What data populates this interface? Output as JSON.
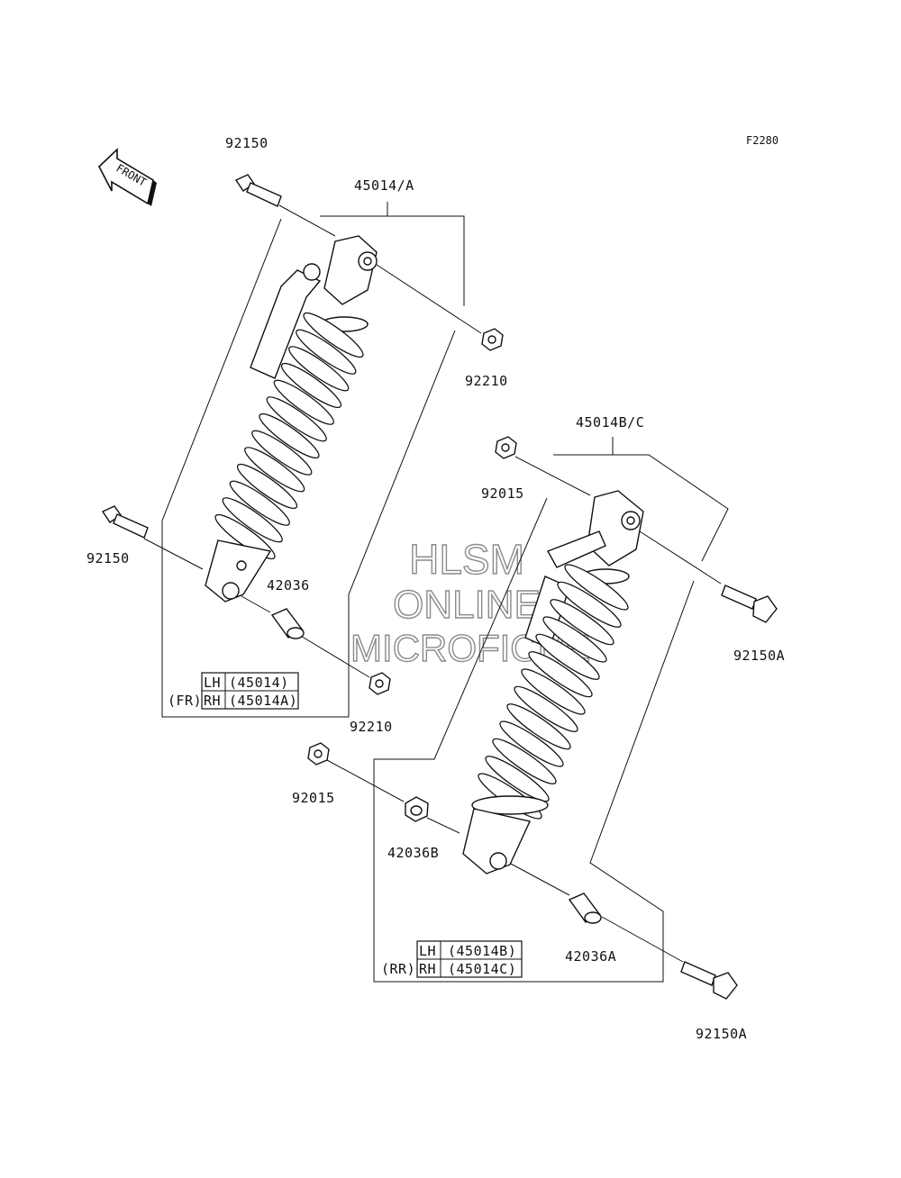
{
  "diagram_id": "F2280",
  "front_arrow": "FRONT",
  "watermark": [
    "HLSM",
    "ONLINE",
    "MICROFICHE"
  ],
  "front_group": {
    "assembly_label": "45014/A",
    "position": "(FR)",
    "table": [
      {
        "side": "LH",
        "part": "(45014)"
      },
      {
        "side": "RH",
        "part": "(45014A)"
      }
    ]
  },
  "rear_group": {
    "assembly_label": "45014B/C",
    "position": "(RR)",
    "table": [
      {
        "side": "LH",
        "part": "(45014B)"
      },
      {
        "side": "RH",
        "part": "(45014C)"
      }
    ]
  },
  "callouts": {
    "bolt_top_front": "92150",
    "nut_top_front": "92210",
    "bolt_bottom_front": "92150",
    "collar_front": "42036",
    "nut_bottom_front": "92210",
    "nut_top_rear": "92015",
    "bolt_top_rear": "92150A",
    "nut_bottom_rear": "92015",
    "collar_rear_b": "42036B",
    "collar_rear_a": "42036A",
    "bolt_bottom_rear": "92150A"
  }
}
